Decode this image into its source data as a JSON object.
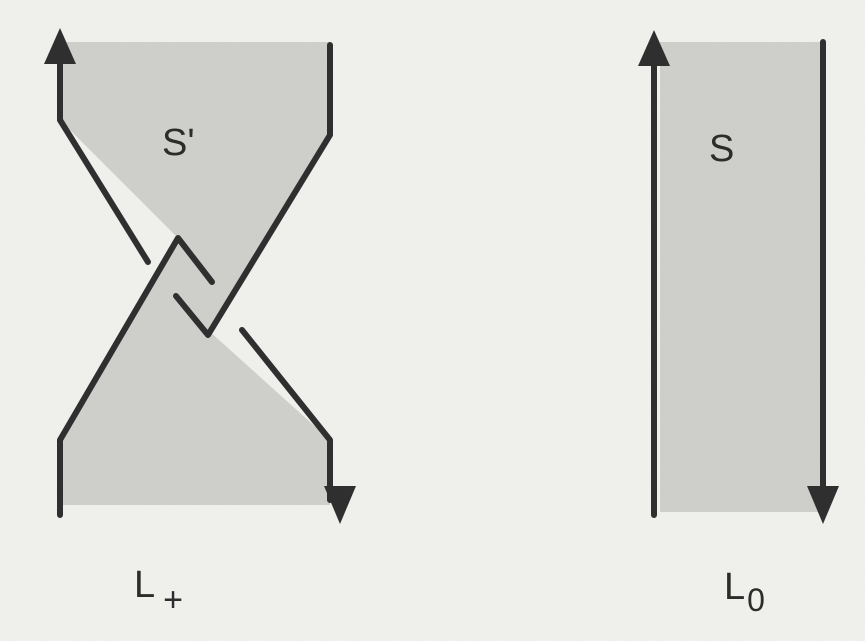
{
  "figure": {
    "crossing_diagram": {
      "surface_label": "S'",
      "link_label": "L",
      "link_subscript": "+"
    },
    "resolved_diagram": {
      "surface_label": "S",
      "link_label": "L",
      "link_subscript": "0"
    }
  },
  "colors": {
    "paper": "#efefec",
    "surface_shading": "#cfcfcb",
    "ink": "#2f2f2f"
  }
}
